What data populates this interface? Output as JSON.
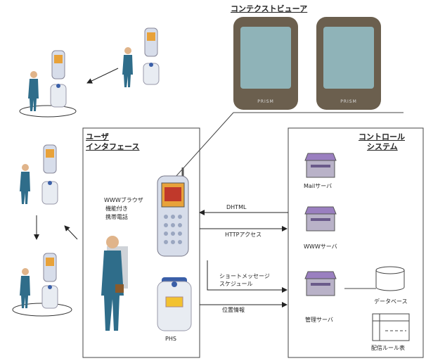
{
  "titles": {
    "context_viewer": "コンテクストビューア",
    "user_interface_line1": "ユーザ",
    "user_interface_line2": "インタフェース",
    "control_line1": "コントロール",
    "control_line2": "システム"
  },
  "device_labels": {
    "www_phone": [
      "WWWブラウザ",
      "機能付き",
      "携帯電話"
    ],
    "phs": "PHS"
  },
  "server_labels": {
    "mail": "Mailサーバ",
    "www": "WWWサーバ",
    "manage": "管理サーバ",
    "database": "データベース",
    "rules": "配信ルール表"
  },
  "arrow_labels": {
    "dhtml": "DHTML",
    "http": "HTTPアクセス",
    "sms": [
      "ショートメッセージ",
      "スケジュール"
    ],
    "location": "位置情報"
  },
  "colors": {
    "server_top": "#9a7fc0",
    "server_body": "#b9b2c8",
    "person_suit": "#2f6d8a",
    "phone_body": "#d7ddea"
  }
}
